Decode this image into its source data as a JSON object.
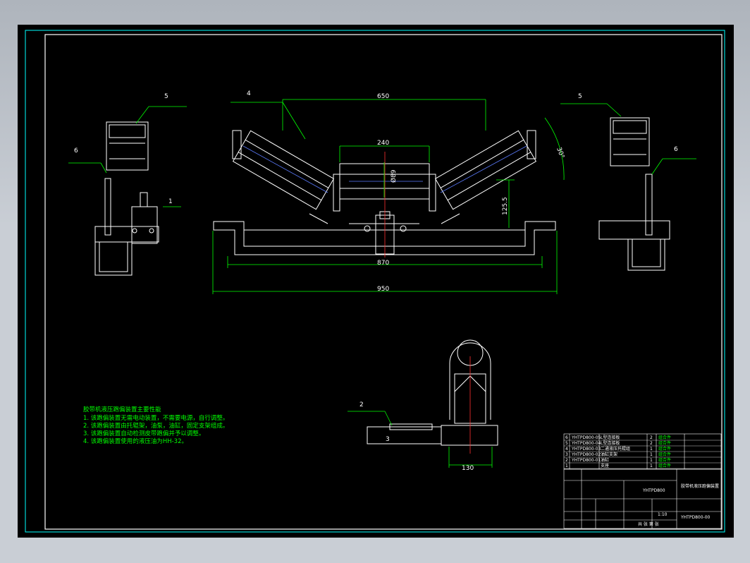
{
  "drawing": {
    "front_view": {
      "leaders": [
        "4",
        "5",
        "5",
        "6",
        "6",
        "1",
        "2",
        "3"
      ],
      "dims": {
        "top_width": "650",
        "center_roll": "240",
        "roll_dia": "Ø89",
        "trough_angle": "30°",
        "height": "125.5",
        "frame_inner": "870",
        "frame_outer": "950",
        "bottom_width": "130"
      }
    },
    "notes": {
      "title": "胶带机液压跑偏装置主要性能",
      "lines": [
        "1. 该跑偏装置无需电动装置，不需要电源，自行调整。",
        "2. 该跑偏装置由托辊架，油泵，油缸，固定支架组成。",
        "3. 该跑偏装置自动检测皮带跑偏并予以调整。",
        "4. 该跑偏装置使用的液压油为HH-32。"
      ]
    },
    "parts_list": [
      {
        "no": "6",
        "code": "YHTPD800-05",
        "name": "L型连接板",
        "qty": "2",
        "remark": "组合件"
      },
      {
        "no": "5",
        "code": "YHTPD800-04",
        "name": "L型连接板",
        "qty": "2",
        "remark": "组合件"
      },
      {
        "no": "4",
        "code": "YHTPD800-03",
        "name": "二通液压托辊组",
        "qty": "1",
        "remark": "组合件"
      },
      {
        "no": "3",
        "code": "YHTPD800-02",
        "name": "油缸支架",
        "qty": "1",
        "remark": "组合件"
      },
      {
        "no": "2",
        "code": "YHTPD800-01",
        "name": "油缸",
        "qty": "1",
        "remark": "组合件"
      },
      {
        "no": "1",
        "code": "",
        "name": "支座",
        "qty": "1",
        "remark": "组合件"
      }
    ],
    "title_block": {
      "model": "YHTPD800",
      "name": "胶带机液压跑偏装置",
      "drawing_no": "YHTPD800-00",
      "scale": "1:10",
      "sheet": "共 张 第 张"
    }
  }
}
